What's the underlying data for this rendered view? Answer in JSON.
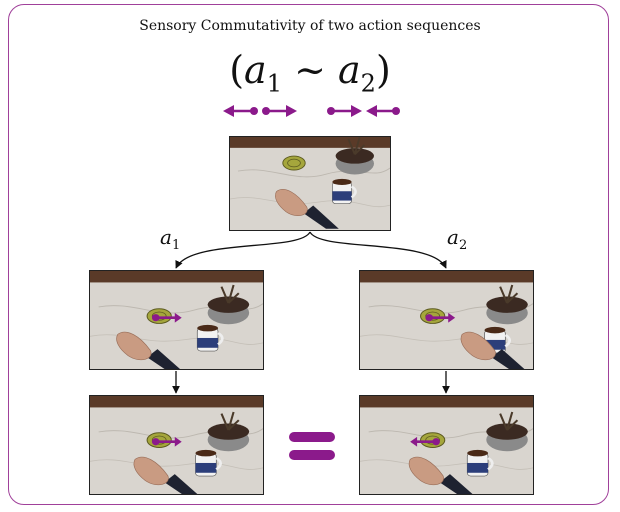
{
  "title": "Sensory Commutativity of two action sequences",
  "formula": {
    "open": "(",
    "a": "a",
    "s1": "1",
    "op": "~",
    "s2": "2",
    "close": ")"
  },
  "labels": {
    "left_var": "a",
    "left_sub": "1",
    "right_var": "a",
    "right_sub": "2"
  },
  "colors": {
    "accent": "#8b1a8b",
    "frame": "#a0409a"
  },
  "panels": [
    {
      "id": "start",
      "coaster": [
        0.4,
        0.28
      ],
      "mug": [
        0.7,
        0.6
      ],
      "plant": [
        0.78,
        0.12
      ],
      "hand": [
        0.38,
        0.72
      ],
      "arrow": "none"
    },
    {
      "id": "left-step1",
      "coaster": [
        0.4,
        0.46
      ],
      "mug": [
        0.68,
        0.7
      ],
      "plant": [
        0.8,
        0.26
      ],
      "hand": [
        0.25,
        0.78
      ],
      "arrow": "right"
    },
    {
      "id": "right-step1",
      "coaster": [
        0.42,
        0.46
      ],
      "mug": [
        0.78,
        0.72
      ],
      "plant": [
        0.85,
        0.26
      ],
      "hand": [
        0.68,
        0.78
      ],
      "arrow": "right"
    },
    {
      "id": "left-step2",
      "coaster": [
        0.4,
        0.45
      ],
      "mug": [
        0.67,
        0.7
      ],
      "plant": [
        0.8,
        0.28
      ],
      "hand": [
        0.35,
        0.78
      ],
      "arrow": "right"
    },
    {
      "id": "right-step2",
      "coaster": [
        0.42,
        0.45
      ],
      "mug": [
        0.68,
        0.7
      ],
      "plant": [
        0.85,
        0.28
      ],
      "hand": [
        0.38,
        0.78
      ],
      "arrow": "left"
    }
  ]
}
